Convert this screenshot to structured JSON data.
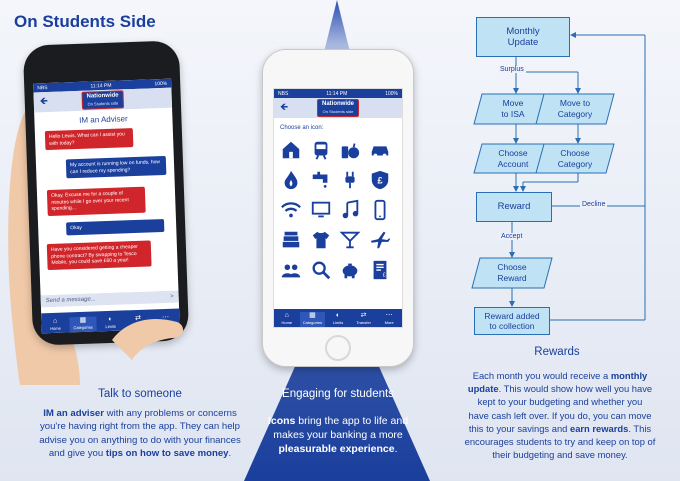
{
  "title": "On Students Side",
  "phone_left": {
    "status_left": "NBS",
    "status_time": "11:14 PM",
    "status_right": "100%",
    "logo_name": "Nationwide",
    "logo_sub": "On Students side",
    "screen_title": "IM an Adviser",
    "messages": [
      "Hello Lewis, What can I assist you with today?",
      "My account is running low on funds, how can I reduce my spending?",
      "Okay. Excuse me for a couple of minutes while I go over your recent spending...",
      "Okay",
      "Have you considered getting a cheaper phone contract? By swapping to Tesco Mobile, you could save £60 a year!"
    ],
    "send_placeholder": "Send a message...",
    "send_arrow": ">",
    "nav": [
      "Home",
      "Categories",
      "Limits",
      "Transfer",
      "More"
    ]
  },
  "phone_middle": {
    "status_left": "NBS",
    "status_time": "11:14 PM",
    "status_right": "100%",
    "logo_name": "Nationwide",
    "logo_sub": "On Students side",
    "choose_label": "Choose an icon:",
    "icons": [
      "house-icon",
      "train-icon",
      "groceries-icon",
      "car-icon",
      "flame-icon",
      "tap-icon",
      "plug-icon",
      "pound-shield-icon",
      "wifi-icon",
      "monitor-icon",
      "music-note-icon",
      "mobile-phone-icon",
      "books-icon",
      "tshirt-icon",
      "cocktail-icon",
      "plane-icon",
      "people-icon",
      "magnifier-icon",
      "piggy-bank-icon",
      "bill-icon"
    ],
    "nav": [
      "Home",
      "Categories",
      "Limits",
      "Transfer",
      "More"
    ]
  },
  "left_caption": {
    "heading": "Talk to someone",
    "lines": [
      {
        "bold": "IM an adviser",
        "rest": " with any problems or concerns"
      },
      {
        "text": "you're having right from the app. They can help"
      },
      {
        "text": "advise you on anything to do with your finances"
      },
      {
        "pre": "and give you ",
        "bold": "tips on how to save money",
        "post": "."
      }
    ]
  },
  "middle_caption": {
    "heading": "Engaging for students",
    "line1_bold": "Icons",
    "line1_rest": " bring the app to life and",
    "line2": "makes your banking a more",
    "line3_bold": "pleasurable experience",
    "line3_rest": "."
  },
  "flowchart": {
    "monthly_update": "Monthly\nUpdate",
    "surplus": "Surplus",
    "move_isa": "Move\nto ISA",
    "move_category": "Move to\nCategory",
    "choose_account": "Choose\nAccount",
    "choose_category": "Choose\nCategory",
    "reward": "Reward",
    "decline": "Decline",
    "accept": "Accept",
    "choose_reward": "Choose\nReward",
    "reward_added": "Reward added\nto collection"
  },
  "rewards_caption": {
    "heading": "Rewards",
    "p1": "Each month you would receive a ",
    "p1_bold": "monthly",
    "p2_bold": "update",
    "p2": ". This would show how well you have",
    "p3": "kept to your budgeting and whether you",
    "p4": "have cash left over. If you do, you can move",
    "p5": "this to your savings and ",
    "p5_bold": "earn rewards",
    "p5_end": ". This",
    "p6": "encourages students to try and keep on top of",
    "p7": "their budgeting and save money."
  },
  "colors": {
    "brand_blue": "#1a3f9c",
    "bubble_red": "#d0262b",
    "flow_fill": "#bfe3f5"
  }
}
